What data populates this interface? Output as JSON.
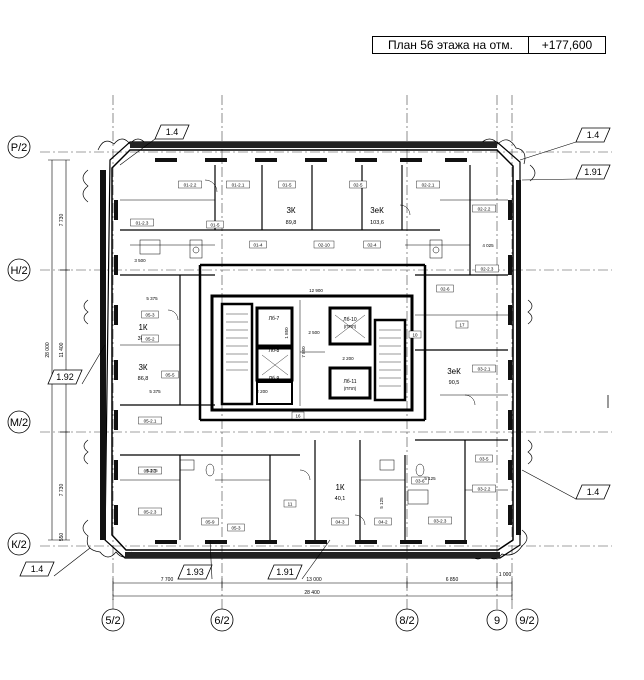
{
  "header": {
    "title": "План 56 этажа на отм.",
    "elevation": "+177,600"
  },
  "grid": {
    "rows": [
      "Р/2",
      "Н/2",
      "М/2",
      "К/2"
    ],
    "cols": [
      "5/2",
      "6/2",
      "8/2",
      "9",
      "9/2"
    ],
    "row_dims": [
      "7 730",
      "11 400",
      "7 730",
      "550"
    ],
    "row_total": "28 000",
    "col_dims": [
      "7 700",
      "13 000",
      "6 850",
      "1 000"
    ],
    "col_total": "28 400"
  },
  "callouts": [
    "1.4",
    "1.4",
    "1.91",
    "1.92",
    "1.4",
    "1.4",
    "1.93",
    "1.91"
  ],
  "rooms": {
    "apt_3k_top": {
      "label": "3К",
      "area": "89,8"
    },
    "apt_3ek_top": {
      "label": "3еК",
      "area": "103,6"
    },
    "apt_1k_left": {
      "label": "1К",
      "area": "38,9"
    },
    "apt_3k_left": {
      "label": "3К",
      "area": "86,8"
    },
    "apt_3ek_right": {
      "label": "3еК",
      "area": "90,5"
    },
    "apt_1k_bottom": {
      "label": "1К",
      "area": "40,1"
    },
    "lift_lb7": "Лб-7",
    "lift_lb8": "Лб-8",
    "lift_lb9": "Лб-9",
    "lift_lb10": {
      "name": "Лб-10",
      "sub": "(ППЛ)"
    },
    "lift_lb11": {
      "name": "Лб-11",
      "sub": "(ППЛ)"
    }
  },
  "room_tags": [
    "01-2.2",
    "01-2.1",
    "01-5",
    "02-5",
    "02-2.1",
    "02-2.2",
    "01-2.3",
    "01-5",
    "01-4",
    "02-10",
    "02-4",
    "02-2.3",
    "02-6",
    "05-3",
    "05-2",
    "05-5",
    "03-2.1",
    "05-2.1",
    "05-2.2",
    "05-2.3",
    "03-5",
    "03-2.2",
    "03-2.3",
    "03-6",
    "04-3",
    "04-2",
    "05-9",
    "05-3",
    "11",
    "10",
    "17",
    "16"
  ],
  "inner_dims": [
    "2 500",
    "1 850",
    "7 850",
    "2 200",
    "2 200",
    "5 375",
    "5 375",
    "5 375",
    "5 125",
    "5 125",
    "4 025",
    "12 900",
    "3 500"
  ]
}
